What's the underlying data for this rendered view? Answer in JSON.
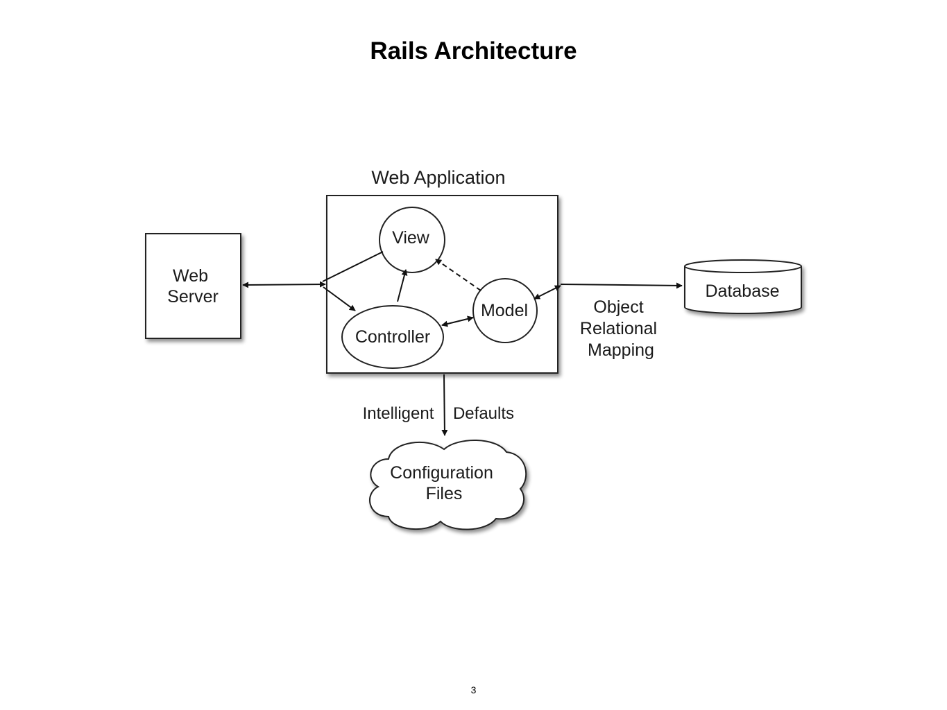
{
  "slide": {
    "title": "Rails Architecture",
    "page_number": "3"
  },
  "diagram": {
    "container_label": "Web Application",
    "nodes": {
      "web_server": [
        "Web",
        "Server"
      ],
      "view": "View",
      "controller": "Controller",
      "model": "Model",
      "database": "Database",
      "config_files": [
        "Configuration",
        "Files"
      ]
    },
    "edge_labels": {
      "orm": [
        "Object",
        "Relational",
        "Mapping"
      ],
      "intelligent": "Intelligent",
      "defaults": "Defaults"
    }
  }
}
